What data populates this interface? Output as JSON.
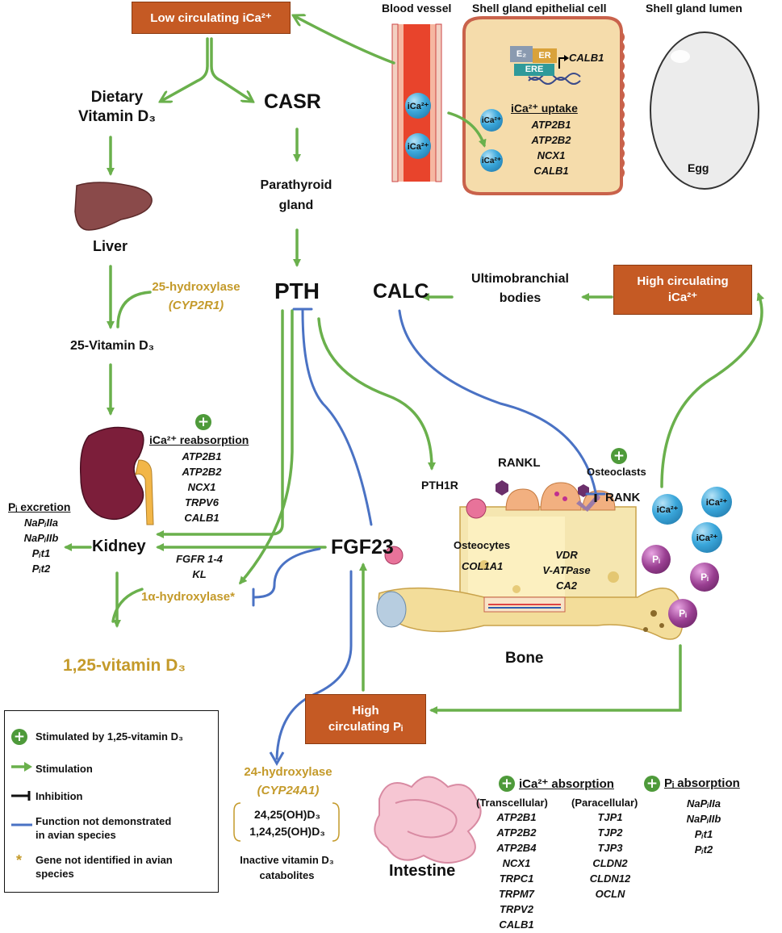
{
  "header": {
    "blood_vessel": "Blood vessel",
    "epithelial_cell": "Shell gland epithelial cell",
    "lumen": "Shell gland lumen"
  },
  "boxes": {
    "low_ica": "Low circulating iCa²⁺",
    "high_ica_1": "High circulating",
    "high_ica_2": "iCa²⁺",
    "high_pi_1": "High",
    "high_pi_2": "circulating Pᵢ"
  },
  "nodes": {
    "dietary_1": "Dietary",
    "dietary_2": "Vitamin D₃",
    "casr": "CASR",
    "parathyroid_1": "Parathyroid",
    "parathyroid_2": "gland",
    "liver": "Liver",
    "hydroxylase25_1": "25-hydroxylase",
    "hydroxylase25_2": "(CYP2R1)",
    "pth": "PTH",
    "calc": "CALC",
    "ultimo_1": "Ultimobranchial",
    "ultimo_2": "bodies",
    "vitd25": "25-Vitamin D₃",
    "kidney": "Kidney",
    "fgf23": "FGF23",
    "hydroxylase1a": "1α-hydroxylase*",
    "vitd125": "1,25-vitamin D₃",
    "bone": "Bone",
    "pth1r": "PTH1R",
    "rankl": "RANKL",
    "osteoclasts": "Osteoclasts",
    "rank": "RANK",
    "egg": "Egg",
    "intestine": "Intestine",
    "hydroxylase24_1": "24-hydroxylase",
    "hydroxylase24_2": "(CYP24A1)",
    "catab_1": "24,25(OH)D₃",
    "catab_2": "1,24,25(OH)D₃",
    "inactive_1": "Inactive vitamin D₃",
    "inactive_2": "catabolites"
  },
  "gene_tags": {
    "e2": "E₂",
    "er": "ER",
    "ere": "ERE",
    "calb1": "CALB1"
  },
  "ions": {
    "ica": "iCa²⁺",
    "pi": "Pᵢ"
  },
  "shell_uptake": {
    "title": "iCa²⁺ uptake",
    "genes": [
      "ATP2B1",
      "ATP2B2",
      "NCX1",
      "CALB1"
    ]
  },
  "kidney_reabsorption": {
    "title": "iCa²⁺ reabsorption",
    "genes": [
      "ATP2B1",
      "ATP2B2",
      "NCX1",
      "TRPV6",
      "CALB1"
    ]
  },
  "pi_excretion": {
    "title": "Pᵢ excretion",
    "genes": [
      "NaPᵢIIa",
      "NaPᵢIIb",
      "Pᵢt1",
      "Pᵢt2"
    ]
  },
  "fgfr": {
    "genes": [
      "FGFR 1-4",
      "KL"
    ]
  },
  "bone_cells": {
    "osteocytes": "Osteocytes",
    "col1a1": "COL1A1",
    "genes": [
      "VDR",
      "V-ATPase",
      "CA2"
    ]
  },
  "intestine_ca": {
    "title": "iCa²⁺ absorption",
    "transcellular_label": "(Transcellular)",
    "transcellular": [
      "ATP2B1",
      "ATP2B2",
      "ATP2B4",
      "NCX1",
      "TRPC1",
      "TRPM7",
      "TRPV2",
      "CALB1"
    ],
    "paracellular_label": "(Paracellular)",
    "paracellular": [
      "TJP1",
      "TJP2",
      "TJP3",
      "CLDN2",
      "CLDN12",
      "OCLN"
    ]
  },
  "intestine_pi": {
    "title": "Pᵢ absorption",
    "genes": [
      "NaPᵢIIa",
      "NaPᵢIIb",
      "Pᵢt1",
      "Pᵢt2"
    ]
  },
  "legend": {
    "stimulated_vd": "Stimulated by 1,25-vitamin D₃",
    "stimulation": "Stimulation",
    "inhibition": "Inhibition",
    "not_demonstrated_1": "Function not  demonstrated",
    "not_demonstrated_2": "in avian species",
    "gene_not_identified_1": "Gene not identified in avian",
    "gene_not_identified_2": "species",
    "asterisk": "*",
    "plus": "+"
  },
  "colors": {
    "stimulation": "#6ab04c",
    "not_demonstrated": "#4a72c4",
    "inhibition": "#111111",
    "box": "#c55a24",
    "gold": "#c49a2a"
  }
}
